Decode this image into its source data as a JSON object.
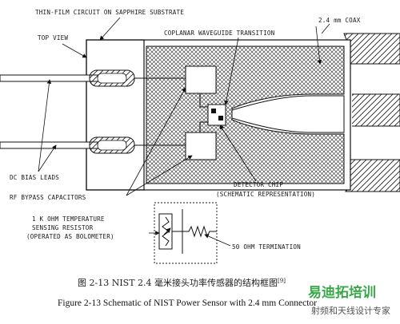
{
  "labels": {
    "thin_film": "THIN-FILM CIRCUIT ON SAPPHIRE SUBSTRATE",
    "top_view": "TOP VIEW",
    "coax": "2.4 mm COAX",
    "coplanar": "COPLANAR WAVEGUIDE TRANSITION",
    "dc_bias": "DC BIAS LEADS",
    "rf_bypass": "RF BYPASS CAPACITORS",
    "detector_chip": "DETECTOR CHIP",
    "schematic_rep": "(SCHEMATIC REPRESENTATION)",
    "temp_sensor_1": "1 K OHM TEMPERATURE",
    "temp_sensor_2": "SENSING RESISTOR",
    "temp_sensor_3": "(OPERATED AS BOLOMETER)",
    "termination": "50 OHM TERMINATION"
  },
  "caption": {
    "cn": "图  2-13 NIST 2.4 毫米接头功率传感器的结构框图",
    "cn_ref": "[9]",
    "en": "Figure 2-13 Schematic of NIST Power Sensor with 2.4 mm Connector"
  },
  "watermark": {
    "brand": "易迪拓培训",
    "tagline": "射频和天线设计专家"
  }
}
